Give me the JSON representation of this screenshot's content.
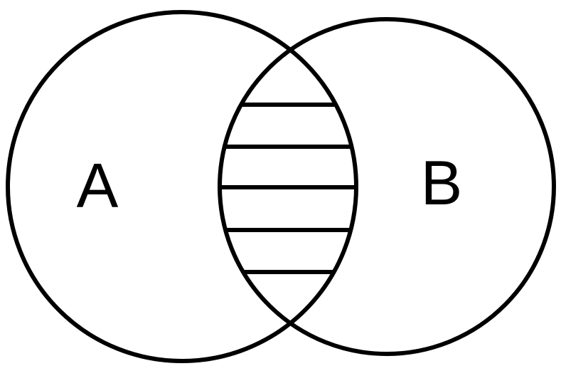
{
  "diagram": {
    "type": "venn",
    "sets": [
      {
        "id": "a",
        "label": "A"
      },
      {
        "id": "b",
        "label": "B"
      }
    ],
    "highlighted_region": "intersection",
    "fill_pattern": "horizontal-hatch",
    "colors": {
      "stroke": "#000000",
      "background": "#ffffff"
    }
  }
}
